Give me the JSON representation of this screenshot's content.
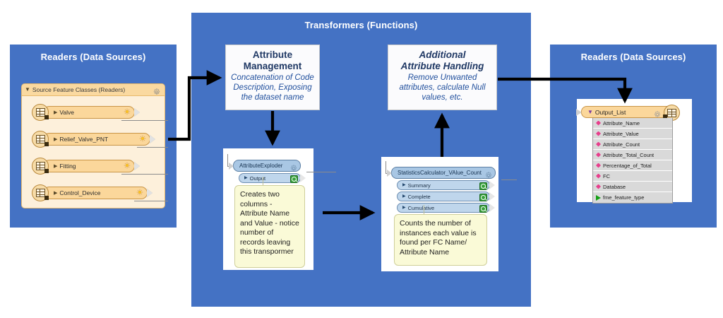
{
  "panels": {
    "readers_left": {
      "title": "Readers (Data Sources)"
    },
    "transformers": {
      "title": "Transformers (Functions)"
    },
    "readers_right": {
      "title": "Readers (Data Sources)"
    }
  },
  "readers_group": {
    "label": "Source Feature Classes (Readers)",
    "gear_icon": "gear-icon",
    "caret_icon": "caret-down-icon",
    "features": [
      {
        "name": "Valve",
        "disk_icon": "table-disk-icon",
        "gear_icon": "sun-gear-icon"
      },
      {
        "name": "Relief_Valve_PNT",
        "disk_icon": "table-disk-icon",
        "gear_icon": "sun-gear-icon"
      },
      {
        "name": "Fitting",
        "disk_icon": "table-disk-icon",
        "gear_icon": "sun-gear-icon"
      },
      {
        "name": "Control_Device",
        "disk_icon": "table-disk-icon",
        "gear_icon": "sun-gear-icon"
      }
    ]
  },
  "transformer_cards": [
    {
      "id": "attribute-management",
      "heading_line1": "Attribute",
      "heading_line2": "Management",
      "italic_heading": false,
      "subtitle": "Concatenation of Code Description, Exposing the dataset name"
    },
    {
      "id": "additional-attribute-handling",
      "heading_line1": "Additional",
      "heading_line2": "Attribute Handling",
      "italic_heading": true,
      "subtitle": "Remove Unwanted attributes, calculate Null values, etc."
    }
  ],
  "nodes": {
    "attribute_exploder": {
      "title": "AttributeExploder",
      "gear_icon": "gear-icon",
      "ports": [
        {
          "name": "Output",
          "badge_icon": "magnifier-icon"
        }
      ],
      "note": "Creates two columns - Attribute Name and Value - notice number of records leaving this transpormer"
    },
    "statistics_calculator": {
      "title": "StatisticsCalculator_VAlue_Count",
      "gear_icon": "gear-icon",
      "ports": [
        {
          "name": "Summary",
          "badge_icon": "magnifier-icon"
        },
        {
          "name": "Complete",
          "badge_icon": "magnifier-icon"
        },
        {
          "name": "Cumulative",
          "badge_icon": "magnifier-icon"
        }
      ],
      "note": "Counts the number of instances each value is found per FC Name/ Attribute Name"
    }
  },
  "output_node": {
    "title": "Output_List",
    "caret_icon": "caret-down-icon",
    "gear_icon": "gear-icon",
    "disk_icon": "table-disk-icon",
    "attributes": [
      {
        "name": "Attribute_Name",
        "marker": "pink-diamond-icon"
      },
      {
        "name": "Attribute_Value",
        "marker": "pink-diamond-icon"
      },
      {
        "name": "Attribute_Count",
        "marker": "pink-diamond-icon"
      },
      {
        "name": "Attribute_Total_Count",
        "marker": "pink-diamond-icon"
      },
      {
        "name": "Percentage_of_Total",
        "marker": "pink-diamond-icon"
      },
      {
        "name": "FC",
        "marker": "pink-diamond-icon"
      },
      {
        "name": "Database",
        "marker": "pink-diamond-icon"
      },
      {
        "name": "fme_feature_type",
        "marker": "green-triangle-icon"
      }
    ]
  },
  "colors": {
    "panel_blue": "#4472C4",
    "card_text_blue": "#1F3864",
    "reader_orange_fill": "#FBD79B",
    "reader_orange_border": "#C99547",
    "node_blue_fill": "#A9C7E4",
    "note_yellow": "#FAFAD7",
    "attr_row_grey": "#D9D9D9",
    "marker_pink": "#E83E8C",
    "marker_green": "#14A014",
    "arrow_black": "#000000"
  }
}
